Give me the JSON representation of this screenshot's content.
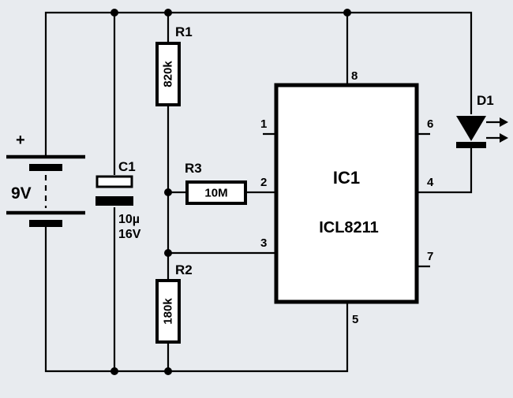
{
  "colors": {
    "background": "#e8ebef",
    "ink": "#000000",
    "body": "#ffffff"
  },
  "battery": {
    "label": "9V",
    "plus": "+"
  },
  "capacitor": {
    "ref": "C1",
    "value": "10µ",
    "voltage": "16V"
  },
  "r1": {
    "ref": "R1",
    "value": "820k"
  },
  "r2": {
    "ref": "R2",
    "value": "180k"
  },
  "r3": {
    "ref": "R3",
    "value": "10M"
  },
  "ic": {
    "ref": "IC1",
    "part": "ICL8211",
    "pins": {
      "p1": "1",
      "p2": "2",
      "p3": "3",
      "p4": "4",
      "p5": "5",
      "p6": "6",
      "p7": "7",
      "p8": "8"
    }
  },
  "led": {
    "ref": "D1"
  }
}
